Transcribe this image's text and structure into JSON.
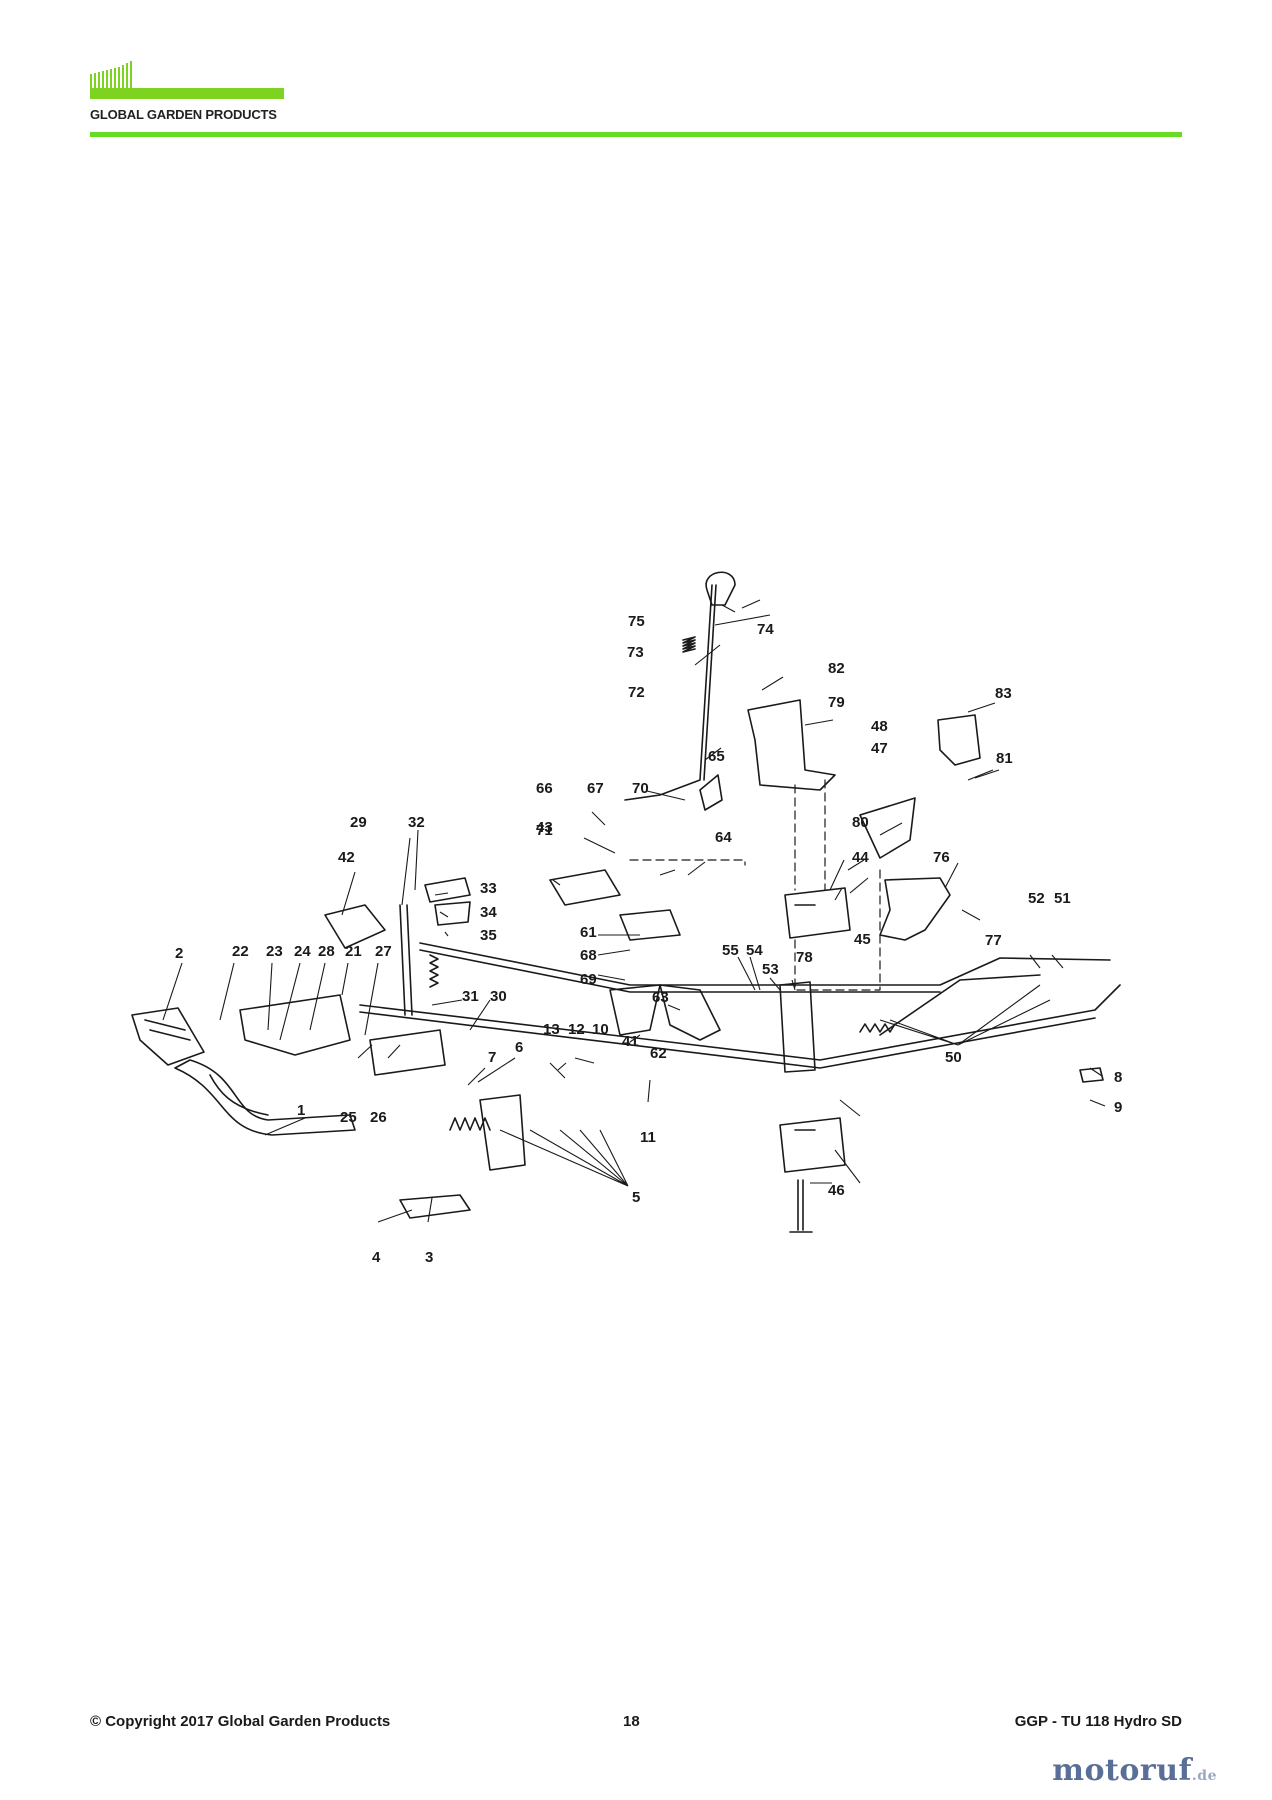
{
  "header": {
    "brand": "GLOBAL GARDEN PRODUCTS",
    "accent_color": "#66dd22"
  },
  "diagram": {
    "part_callouts": [
      "1",
      "2",
      "3",
      "4",
      "5",
      "6",
      "7",
      "8",
      "9",
      "10",
      "11",
      "12",
      "13",
      "21",
      "22",
      "23",
      "24",
      "25",
      "26",
      "27",
      "28",
      "29",
      "30",
      "31",
      "32",
      "33",
      "34",
      "35",
      "41",
      "42",
      "43",
      "44",
      "45",
      "46",
      "47",
      "48",
      "50",
      "51",
      "52",
      "53",
      "54",
      "55",
      "61",
      "62",
      "63",
      "64",
      "65",
      "66",
      "67",
      "68",
      "69",
      "70",
      "71",
      "72",
      "73",
      "74",
      "75",
      "76",
      "77",
      "78",
      "79",
      "80",
      "81",
      "82",
      "83"
    ]
  },
  "footer": {
    "copyright": "© Copyright 2017 Global Garden Products",
    "page_number": "18",
    "model": "GGP - TU 118 Hydro SD"
  },
  "watermark": {
    "name": "motoruf",
    "tld": ".de"
  }
}
